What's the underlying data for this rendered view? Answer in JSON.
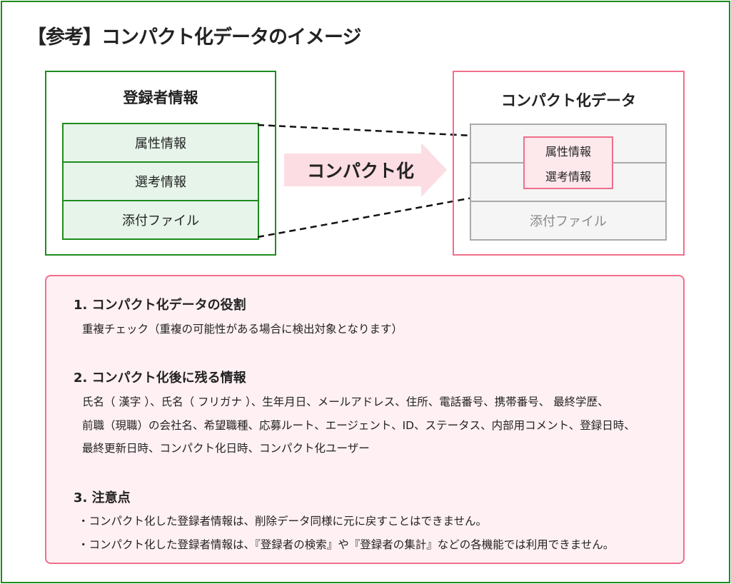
{
  "title": "【参考】コンパクト化データのイメージ",
  "left": {
    "title": "登録者情報",
    "rows": [
      "属性情報",
      "選考情報",
      "添付ファイル"
    ]
  },
  "arrow_label": "コンパクト化",
  "right": {
    "title": "コンパクト化データ",
    "kept": [
      "属性情報",
      "選考情報"
    ],
    "dropped": "添付ファイル"
  },
  "notes": {
    "s1": {
      "heading": "1. コンパクト化データの役割",
      "text": "重複チェック（重複の可能性がある場合に検出対象となります）"
    },
    "s2": {
      "heading": "2. コンパクト化後に残る情報",
      "lines": [
        "氏名（ 漢字 ）、氏名（ フリガナ ）、生年月日、メールアドレス、住所、電話番号、携帯番号、 最終学歴、",
        "前職（現職）の会社名、希望職種、応募ルート、エージェント、ID、ステータス、内部用コメント、登録日時、",
        "最終更新日時、コンパクト化日時、コンパクト化ユーザー"
      ]
    },
    "s3": {
      "heading": "3. 注意点",
      "lines": [
        "・コンパクト化した登録者情報は、削除データ同様に元に戻すことはできません。",
        "・コンパクト化した登録者情報は、『登録者の検索』や『登録者の集計』などの各機能では利用できません。"
      ]
    }
  }
}
